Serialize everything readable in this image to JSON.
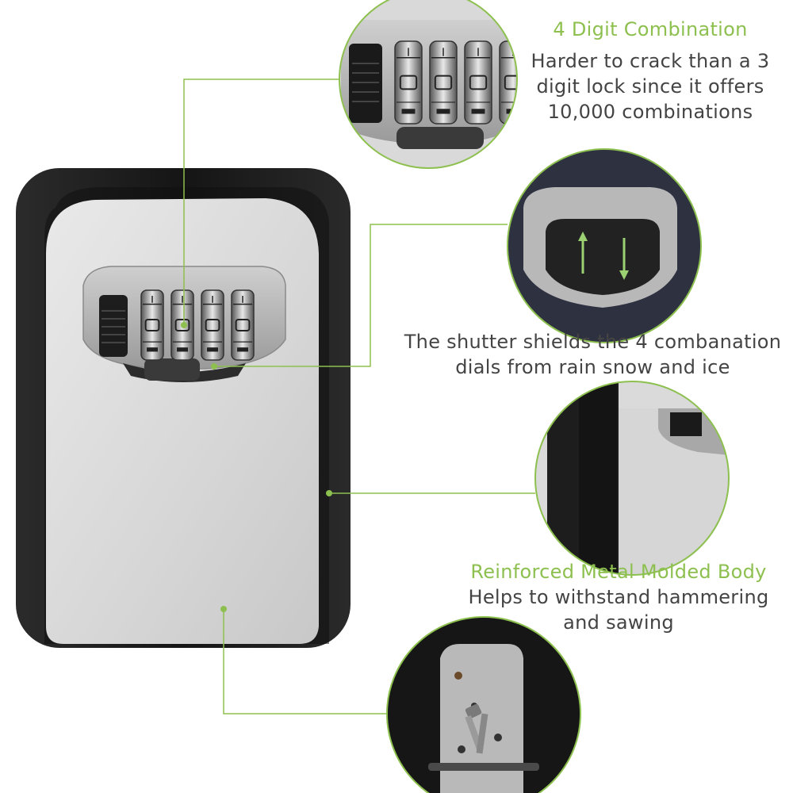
{
  "features": [
    {
      "title": "4 Digit Combination",
      "lines": [
        "Harder to crack than a 3",
        "digit lock since it offers",
        "10,000 combinations"
      ]
    },
    {
      "title": "",
      "lines": [
        "The shutter shields the 4 combanation",
        "dials from rain snow and ice"
      ]
    },
    {
      "title": "Reinforced Metal Molded Body",
      "lines": [
        "Helps to withstand hammering",
        "and sawing"
      ]
    }
  ],
  "colors": {
    "accent": "#8dc04f",
    "text": "#444444",
    "body_black": "#1b1b1b",
    "panel_silver": "#dcdcdc"
  },
  "icons": [
    "lock-box-icon",
    "dial-icon",
    "shutter-arrows-icon",
    "key-icon"
  ]
}
